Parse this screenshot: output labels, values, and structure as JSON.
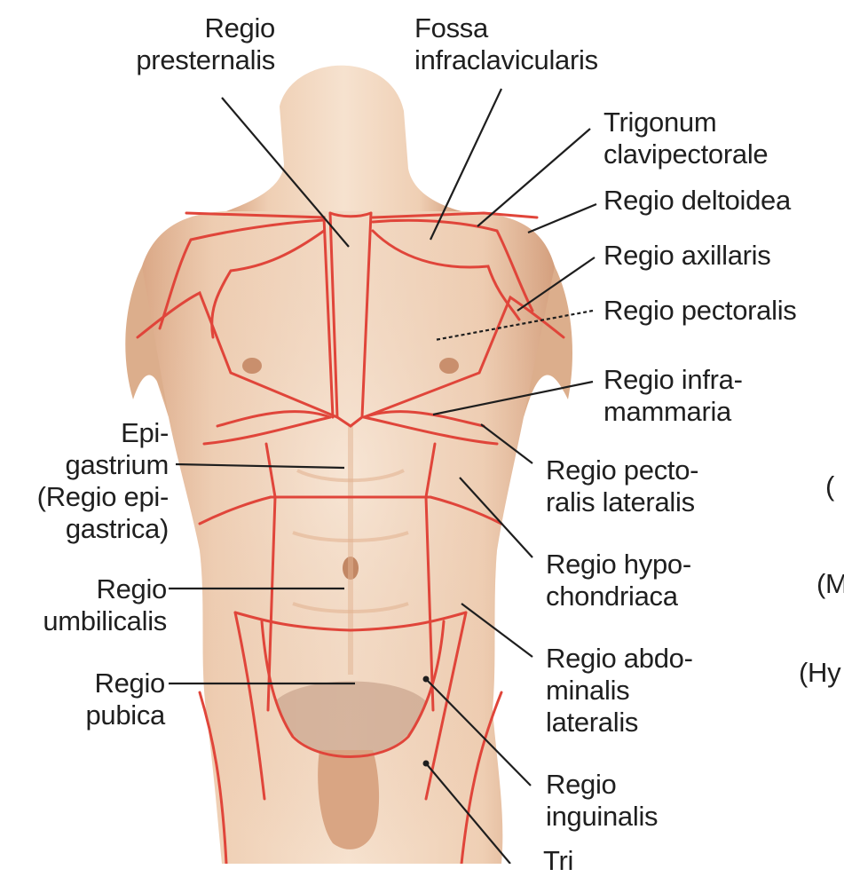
{
  "colors": {
    "skin_light": "#f3dcc7",
    "skin_mid": "#e7bd9c",
    "skin_shadow": "#c98f6d",
    "region_line": "#e0453a",
    "leader_line": "#1e1e1e",
    "text": "#1f1f1f"
  },
  "labels": {
    "presternalis": [
      "Regio",
      "presternalis"
    ],
    "infraclavicularis": [
      "Fossa",
      "infraclavicularis"
    ],
    "clavipectorale": [
      "Trigonum",
      "clavipectorale"
    ],
    "deltoidea": [
      "Regio deltoidea"
    ],
    "axillaris": [
      "Regio axillaris"
    ],
    "pectoralis": [
      "Regio pectoralis"
    ],
    "inframammaria": [
      "Regio infra-",
      "mammaria"
    ],
    "pectoralis_lateralis": [
      "Regio pecto-",
      "ralis lateralis"
    ],
    "hypochondriaca": [
      "Regio hypo-",
      "chondriaca"
    ],
    "abdominalis_lateralis": [
      "Regio abdo-",
      "minalis",
      "lateralis"
    ],
    "inguinalis": [
      "Regio",
      "inguinalis"
    ],
    "trigonum_partial": [
      "Tri"
    ],
    "epigastrium": [
      "Epi-",
      "gastrium",
      "(Regio epi-",
      "gastrica)"
    ],
    "umbilicalis": [
      "Regio",
      "umbilicalis"
    ],
    "pubica": [
      "Regio",
      "pubica"
    ],
    "cut_right": [
      "(",
      "(M",
      "(Hy"
    ]
  }
}
